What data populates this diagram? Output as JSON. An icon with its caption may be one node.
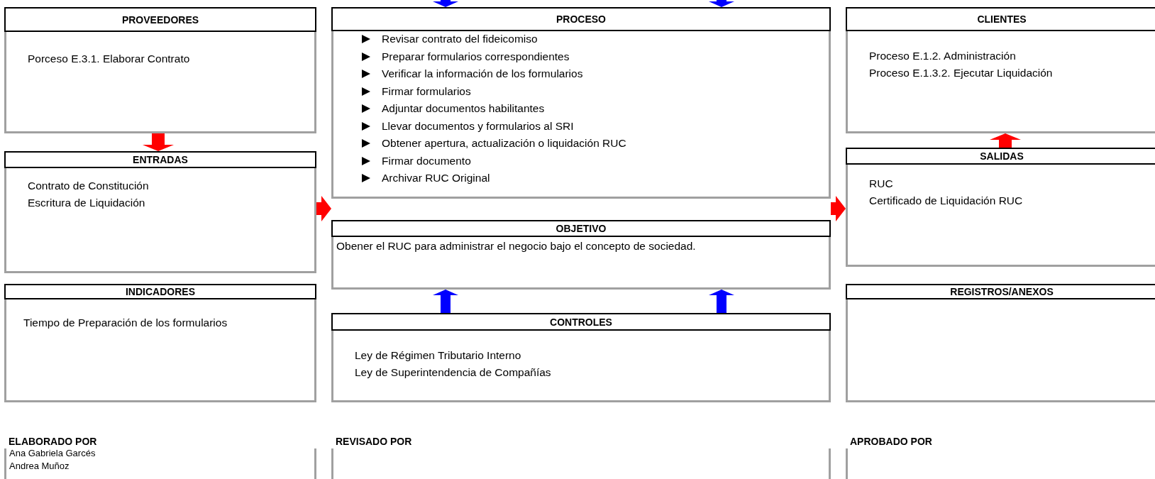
{
  "diagram": {
    "nodes": [
      {
        "text": [
          "PROVEEDORES",
          "Porceso E.3.1. Elaborar Contrato"
        ]
      },
      {
        "text": [
          "PROCESO",
          "Revisar contrato del fideicomiso",
          "Preparar formularios correspondientes",
          "Verificar la información de los formularios",
          "Firmar formularios",
          "Adjuntar documentos habilitantes",
          "Llevar documentos y formularios al SRI",
          "Obtener apertura, actualización o liquidación RUC",
          "Firmar documento",
          "Archivar RUC Original"
        ]
      },
      {
        "text": [
          "CLIENTES",
          "Proceso E.1.2. Administración",
          "Proceso E.1.3.2. Ejecutar Liquidación"
        ]
      },
      {
        "text": [
          "ENTRADAS",
          "Contrato de Constitución",
          "Escritura de Liquidación"
        ]
      },
      {
        "text": [
          "SALIDAS",
          "RUC",
          "Certificado de Liquidación RUC"
        ]
      },
      {
        "text": [
          "OBJETIVO",
          "Obener el RUC para administrar el negocio bajo el concepto de sociedad."
        ]
      },
      {
        "text": [
          "INDICADORES",
          "Tiempo de Preparación de los formularios"
        ]
      },
      {
        "text": [
          "CONTROLES",
          "Ley de Régimen Tributario Interno",
          "Ley de Superintendencia de Compañías"
        ]
      },
      {
        "text": [
          "REGISTROS/ANEXOS"
        ]
      },
      {
        "text": [
          "ELABORADO POR",
          "Ana Gabriela Garcés",
          "Andrea Muñoz"
        ]
      },
      {
        "text": [
          "REVISADO POR"
        ]
      },
      {
        "text": [
          "APROBADO POR"
        ]
      }
    ],
    "edges": [
      {
        "from": 0,
        "to": 3,
        "arrow": "to"
      },
      {
        "from": 3,
        "to": 1,
        "arrow": "to"
      },
      {
        "from": 1,
        "to": 4,
        "arrow": "to"
      },
      {
        "from": 4,
        "to": 2,
        "arrow": "to"
      },
      {
        "from": null,
        "to": 1,
        "arrow": "to",
        "color": "#0000ff"
      },
      {
        "from": null,
        "to": 1,
        "arrow": "to",
        "color": "#0000ff"
      },
      {
        "from": 7,
        "to": 5,
        "arrow": "to",
        "color": "#0000ff"
      },
      {
        "from": 7,
        "to": 5,
        "arrow": "to",
        "color": "#0000ff"
      }
    ]
  }
}
